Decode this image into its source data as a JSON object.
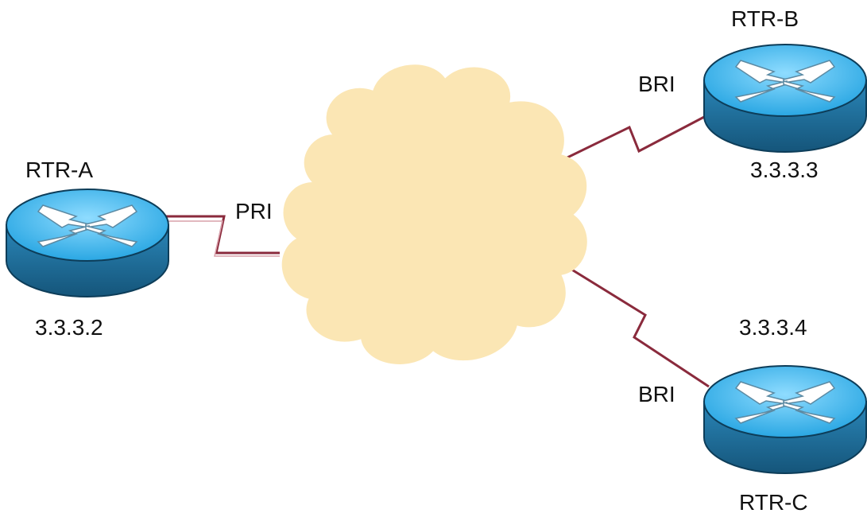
{
  "routers": [
    {
      "id": "rtr-a",
      "name": "RTR-A",
      "ip": "3.3.3.2"
    },
    {
      "id": "rtr-b",
      "name": "RTR-B",
      "ip": "3.3.3.3"
    },
    {
      "id": "rtr-c",
      "name": "RTR-C",
      "ip": "3.3.3.4"
    }
  ],
  "links": {
    "a_to_cloud": "PRI",
    "cloud_to_b": "BRI",
    "cloud_to_c": "BRI"
  },
  "colors": {
    "router_top": "#3fb8ee",
    "router_side": "#1f6e99",
    "router_outline": "#0d3d59",
    "cloud_fill": "#fbe6b4",
    "link_line": "#8a2a3c"
  }
}
